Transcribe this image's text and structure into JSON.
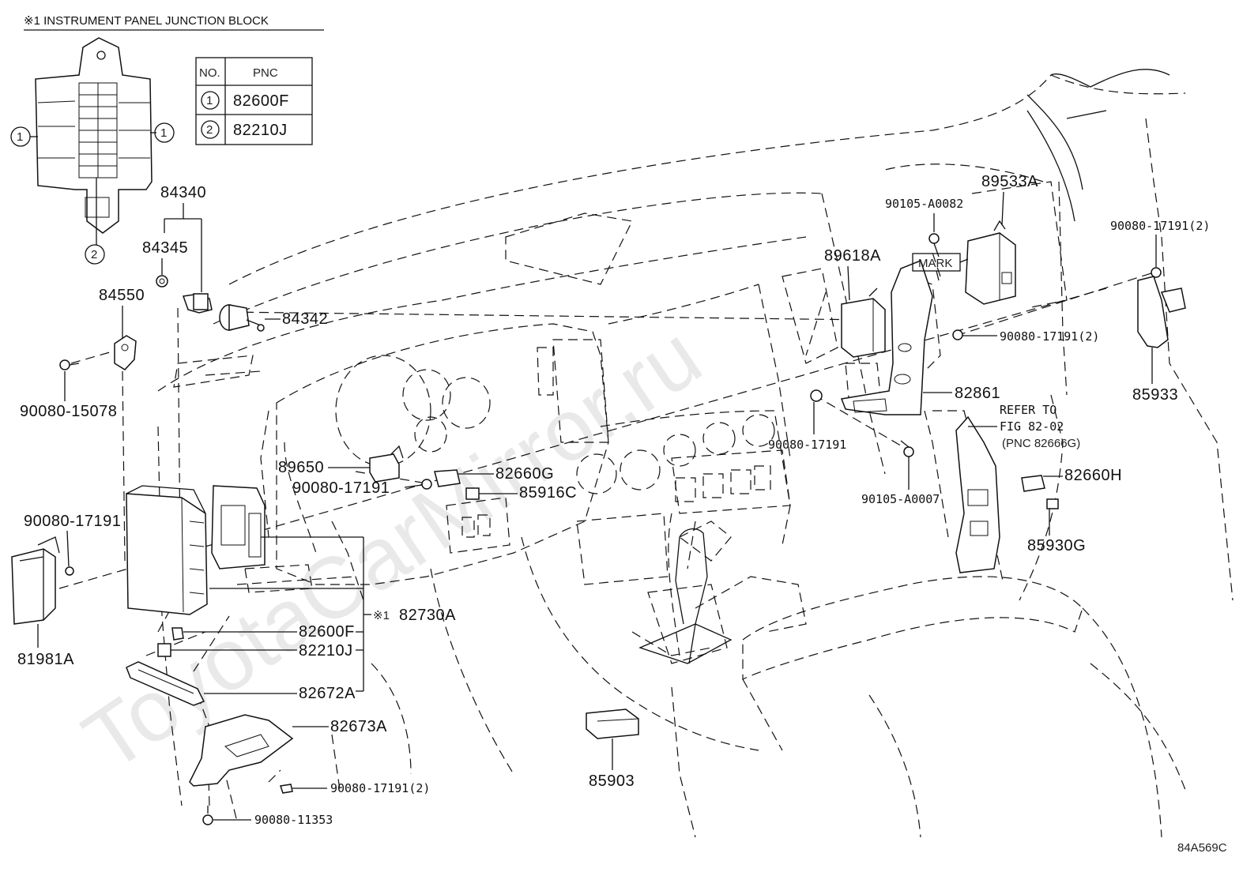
{
  "diagram": {
    "figure_code": "84A569C",
    "watermark": "ToyotaCarMirror.ru",
    "note_title": "※1 INSTRUMENT PANEL JUNCTION BLOCK",
    "pnc_table": {
      "headers": [
        "NO.",
        "PNC"
      ],
      "rows": [
        {
          "no": "1",
          "pnc": "82600F"
        },
        {
          "no": "2",
          "pnc": "82210J"
        }
      ]
    },
    "callout_markers": {
      "one": "1",
      "two": "2"
    },
    "refer_note": [
      "REFER TO",
      "FIG 82-02",
      "(PNC 82666G)"
    ],
    "mark_label": "MARK",
    "star_label": "※1",
    "parts": [
      {
        "pnc": "84340"
      },
      {
        "pnc": "84345"
      },
      {
        "pnc": "84550"
      },
      {
        "pnc": "84342"
      },
      {
        "pnc": "90080-15078"
      },
      {
        "pnc": "89650"
      },
      {
        "pnc": "90080-17191"
      },
      {
        "pnc": "82660G"
      },
      {
        "pnc": "85916C"
      },
      {
        "pnc": "90080-17191"
      },
      {
        "pnc": "81981A"
      },
      {
        "pnc": "82730A"
      },
      {
        "pnc": "82600F"
      },
      {
        "pnc": "82210J"
      },
      {
        "pnc": "82672A"
      },
      {
        "pnc": "82673A"
      },
      {
        "pnc": "90080-17191(2)"
      },
      {
        "pnc": "90080-11353"
      },
      {
        "pnc": "85903"
      },
      {
        "pnc": "89533A"
      },
      {
        "pnc": "90105-A0082"
      },
      {
        "pnc": "89618A"
      },
      {
        "pnc": "90080-17191(2)"
      },
      {
        "pnc": "90080-17191(2)"
      },
      {
        "pnc": "85933"
      },
      {
        "pnc": "82861"
      },
      {
        "pnc": "90080-17191"
      },
      {
        "pnc": "90105-A0007"
      },
      {
        "pnc": "82660H"
      },
      {
        "pnc": "85930G"
      }
    ]
  }
}
